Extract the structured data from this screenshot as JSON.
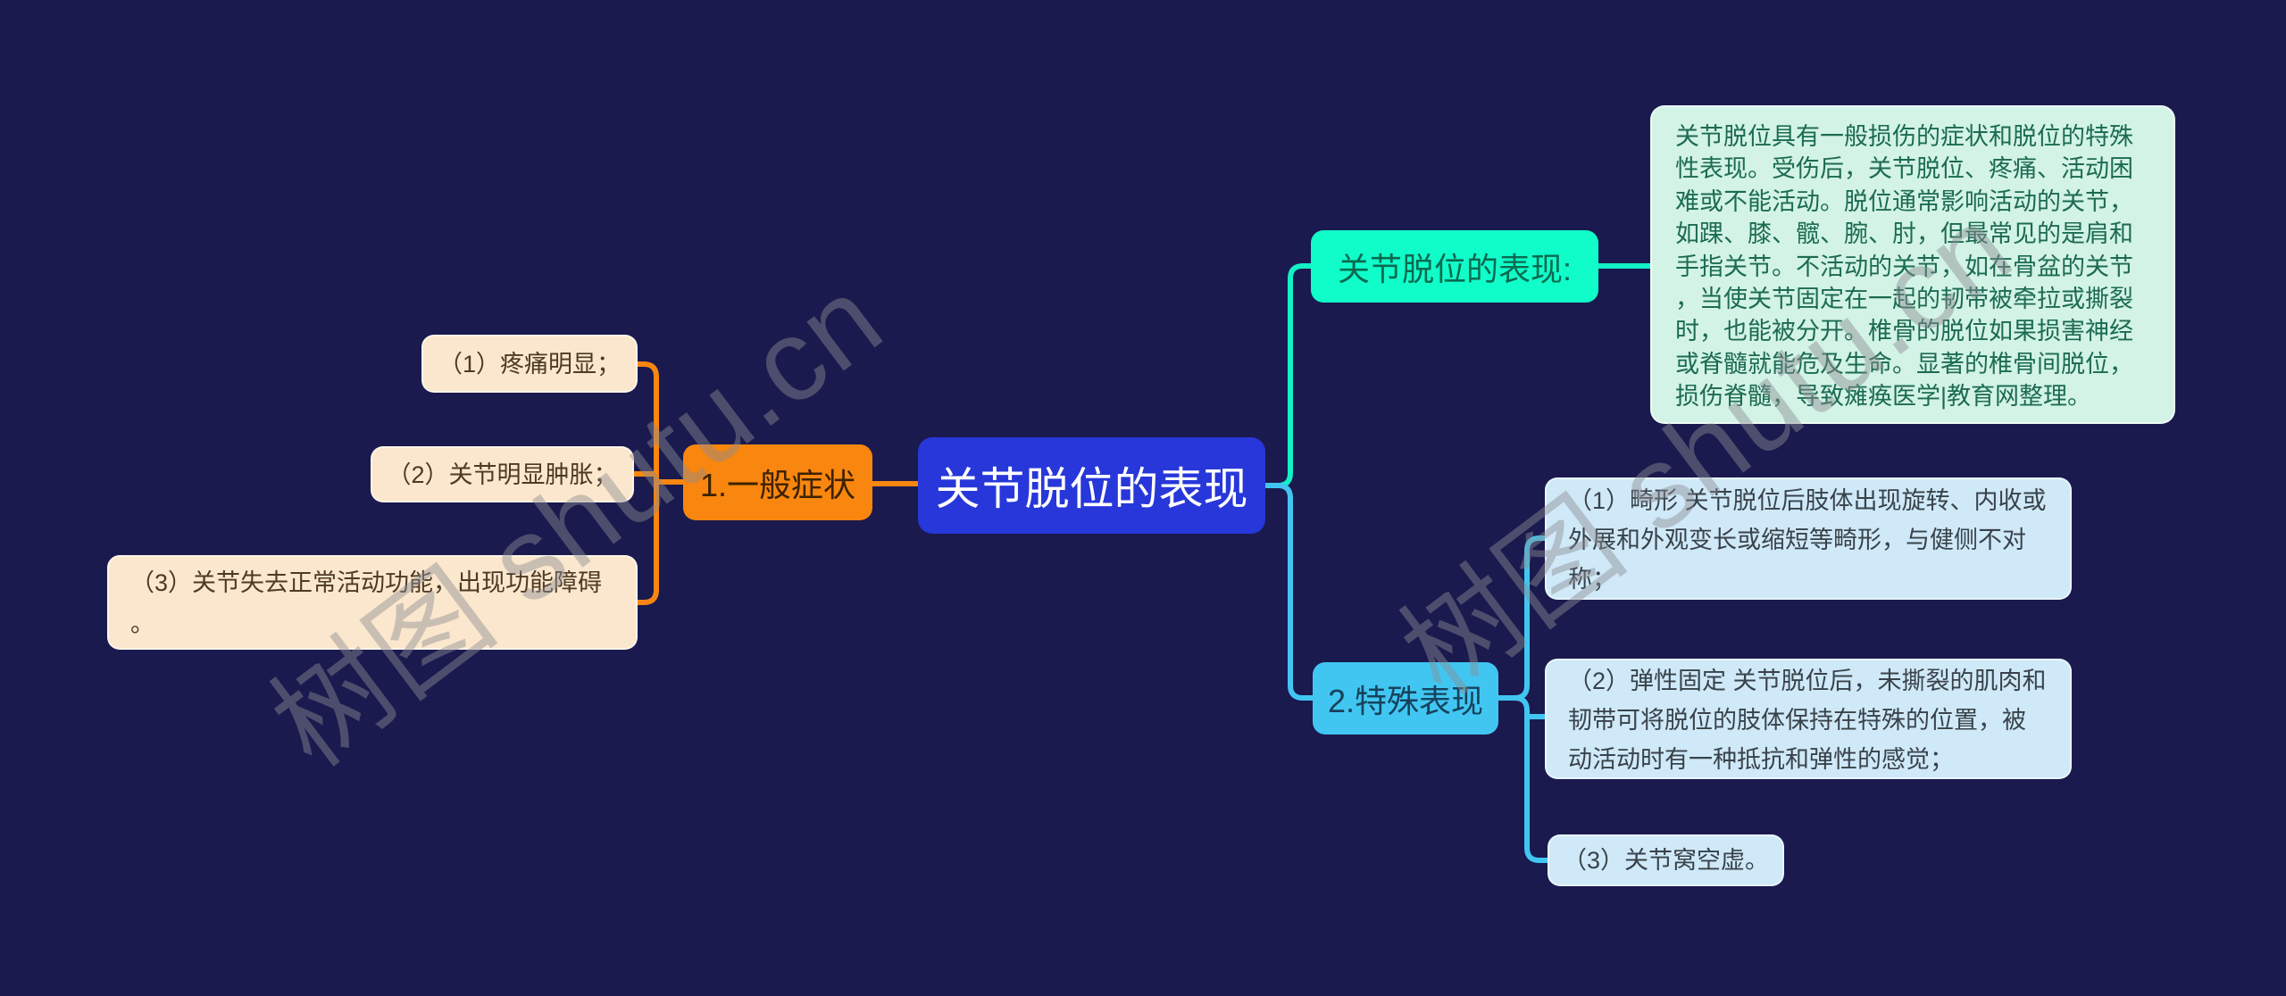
{
  "watermark": {
    "text": "树图 shutu.cn"
  },
  "root": {
    "label": "关节脱位的表现"
  },
  "left_branch": {
    "node": {
      "label": "1.一般症状"
    },
    "children": [
      {
        "text": "（1）疼痛明显；"
      },
      {
        "text": "（2）关节明显肿胀；"
      },
      {
        "text": "（3）关节失去正常活动功能，出现功能障碍。"
      }
    ]
  },
  "right_top_branch": {
    "node": {
      "label": "关节脱位的表现:"
    },
    "note": {
      "text": "关节脱位具有一般损伤的症状和脱位的特殊性表现。受伤后，关节脱位、疼痛、活动困难或不能活动。脱位通常影响活动的关节，如踝、膝、髋、腕、肘，但最常见的是肩和手指关节。不活动的关节，如在骨盆的关节，当使关节固定在一起的韧带被牵拉或撕裂时，也能被分开。椎骨的脱位如果损害神经或脊髓就能危及生命。显著的椎骨间脱位，损伤脊髓，导致瘫痪医学|教育网整理。"
    }
  },
  "right_bottom_branch": {
    "node": {
      "label": "2.特殊表现"
    },
    "children": [
      {
        "text": "（1）畸形 关节脱位后肢体出现旋转、内收或外展和外观变长或缩短等畸形，与健侧不对称；"
      },
      {
        "text": "（2）弹性固定 关节脱位后，未撕裂的肌肉和韧带可将脱位的肢体保持在特殊的位置，被动活动时有一种抵抗和弹性的感觉；"
      },
      {
        "text": "（3）关节窝空虚。"
      }
    ]
  },
  "colors": {
    "background": "#1a1a4f",
    "root_node": "#2737d9",
    "root_text": "#ffffff",
    "general_node": "#f8860f",
    "cream_leaf": "#fbe7cd",
    "performance_node": "#10fdc9",
    "note_box": "#d2f3e6",
    "special_node": "#41c6f2",
    "blue_leaf": "#cfe9f8",
    "connector_orange": "#f8860f",
    "connector_green": "#12f0c6",
    "connector_blue": "#41c6f2"
  }
}
